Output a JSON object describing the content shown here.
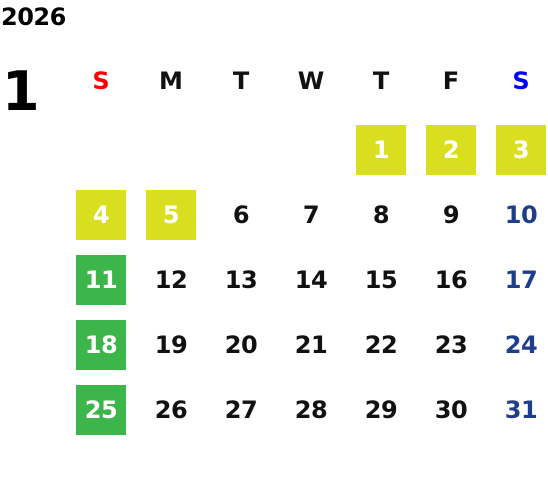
{
  "calendar": {
    "year": "2026",
    "month": "1",
    "weekdays": [
      {
        "label": "S",
        "color": "#ff0000"
      },
      {
        "label": "M",
        "color": "#111111"
      },
      {
        "label": "T",
        "color": "#111111"
      },
      {
        "label": "W",
        "color": "#111111"
      },
      {
        "label": "T",
        "color": "#111111"
      },
      {
        "label": "F",
        "color": "#111111"
      },
      {
        "label": "S",
        "color": "#0000ff"
      }
    ],
    "colors": {
      "weekday_text": "#111111",
      "saturday_text": "#1f3d8a",
      "highlight_text": "#ffffff",
      "holiday_lime": "#d9df1f",
      "sunday_green": "#3cb54a"
    },
    "days": [
      {
        "label": "1",
        "row": 0,
        "col": 4,
        "style": "lime"
      },
      {
        "label": "2",
        "row": 0,
        "col": 5,
        "style": "lime"
      },
      {
        "label": "3",
        "row": 0,
        "col": 6,
        "style": "lime"
      },
      {
        "label": "4",
        "row": 1,
        "col": 0,
        "style": "lime"
      },
      {
        "label": "5",
        "row": 1,
        "col": 1,
        "style": "lime"
      },
      {
        "label": "6",
        "row": 1,
        "col": 2,
        "style": "plain"
      },
      {
        "label": "7",
        "row": 1,
        "col": 3,
        "style": "plain"
      },
      {
        "label": "8",
        "row": 1,
        "col": 4,
        "style": "plain"
      },
      {
        "label": "9",
        "row": 1,
        "col": 5,
        "style": "plain"
      },
      {
        "label": "10",
        "row": 1,
        "col": 6,
        "style": "saturday"
      },
      {
        "label": "11",
        "row": 2,
        "col": 0,
        "style": "green"
      },
      {
        "label": "12",
        "row": 2,
        "col": 1,
        "style": "plain"
      },
      {
        "label": "13",
        "row": 2,
        "col": 2,
        "style": "plain"
      },
      {
        "label": "14",
        "row": 2,
        "col": 3,
        "style": "plain"
      },
      {
        "label": "15",
        "row": 2,
        "col": 4,
        "style": "plain"
      },
      {
        "label": "16",
        "row": 2,
        "col": 5,
        "style": "plain"
      },
      {
        "label": "17",
        "row": 2,
        "col": 6,
        "style": "saturday"
      },
      {
        "label": "18",
        "row": 3,
        "col": 0,
        "style": "green"
      },
      {
        "label": "19",
        "row": 3,
        "col": 1,
        "style": "plain"
      },
      {
        "label": "20",
        "row": 3,
        "col": 2,
        "style": "plain"
      },
      {
        "label": "21",
        "row": 3,
        "col": 3,
        "style": "plain"
      },
      {
        "label": "22",
        "row": 3,
        "col": 4,
        "style": "plain"
      },
      {
        "label": "23",
        "row": 3,
        "col": 5,
        "style": "plain"
      },
      {
        "label": "24",
        "row": 3,
        "col": 6,
        "style": "saturday"
      },
      {
        "label": "25",
        "row": 4,
        "col": 0,
        "style": "green"
      },
      {
        "label": "26",
        "row": 4,
        "col": 1,
        "style": "plain"
      },
      {
        "label": "27",
        "row": 4,
        "col": 2,
        "style": "plain"
      },
      {
        "label": "28",
        "row": 4,
        "col": 3,
        "style": "plain"
      },
      {
        "label": "29",
        "row": 4,
        "col": 4,
        "style": "plain"
      },
      {
        "label": "30",
        "row": 4,
        "col": 5,
        "style": "plain"
      },
      {
        "label": "31",
        "row": 4,
        "col": 6,
        "style": "saturday"
      }
    ]
  }
}
